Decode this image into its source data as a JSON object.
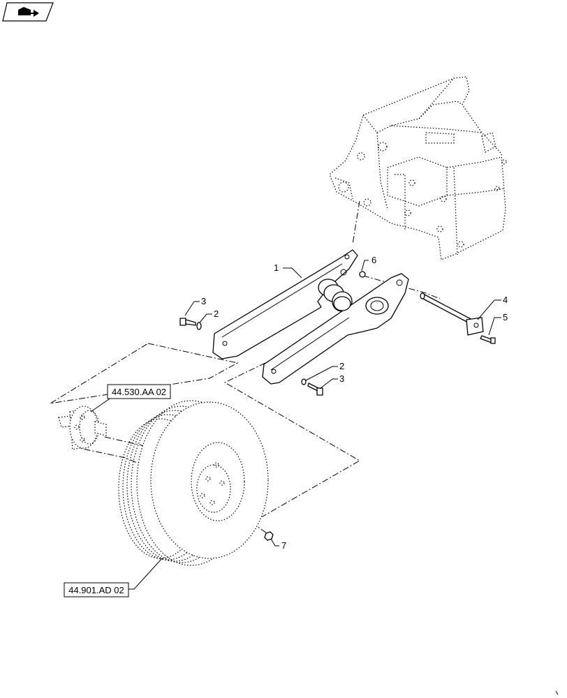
{
  "callouts": {
    "c1": "1",
    "c2a": "2",
    "c3a": "3",
    "c2b": "2",
    "c3b": "3",
    "c4": "4",
    "c5": "5",
    "c6": "6",
    "c7": "7"
  },
  "references": {
    "hub": "44.530.AA 02",
    "wheel": "44.901.AD 02"
  },
  "icons": {
    "nav": "book-arrow-icon"
  }
}
